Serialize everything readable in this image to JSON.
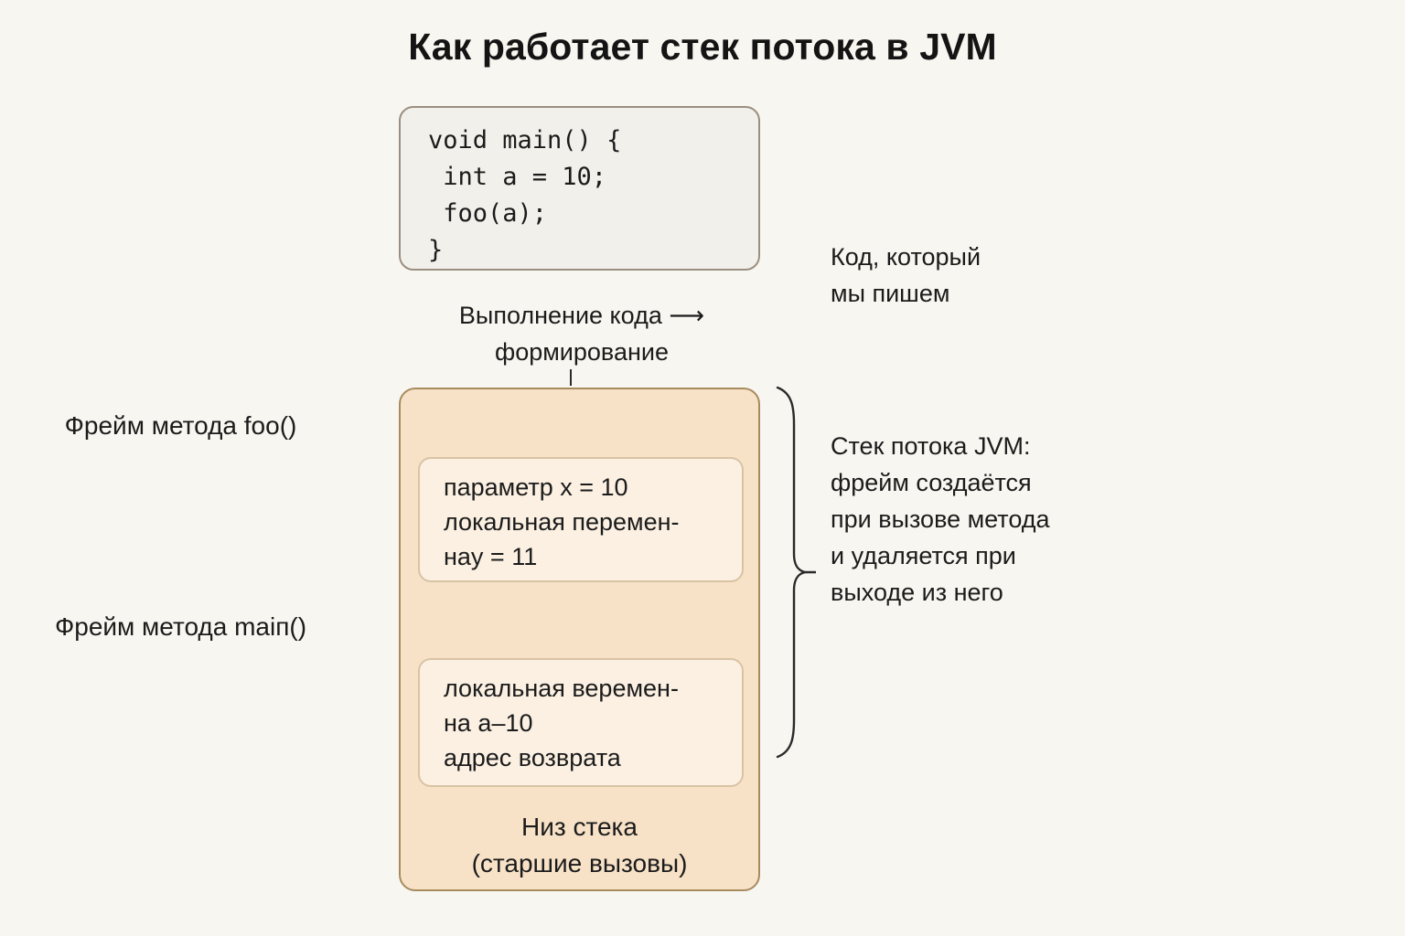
{
  "page": {
    "title": "Как работает стек потока в JVM",
    "background_color": "#f8f6f0",
    "text_color": "#1b1b1b"
  },
  "code_card": {
    "code": "void main() {\n int a = 10;\n foo(a);\n}",
    "fill_color": "#f2f0ea",
    "border_color": "#9a8f80"
  },
  "flow_caption": {
    "line1": "Выполнение кода ⟶",
    "line2": "формирование"
  },
  "notes": {
    "code_note": {
      "line1": "Код, который",
      "line2": "мы пишем"
    },
    "stack_note": {
      "line1": "Стек потока JVM:",
      "line2": "фрейм создаётся",
      "line3": "при вызове метода",
      "line4": "и удаляется при",
      "line5": "выходе из него"
    }
  },
  "stack": {
    "fill_color": "#f7e2c8",
    "border_color": "#a88a5f",
    "frame_fill_color": "#fbf0e2",
    "frame_border_color": "#d9c3a5",
    "frames": [
      {
        "label": "Фрейм метода foo()",
        "lines": [
          "параметр x = 10",
          "локальная перемен-",
          "наy = 11"
        ]
      },
      {
        "label": "Фрейм метода maiп()",
        "lines": [
          "локальная веремен-",
          "на a–10",
          "адрес возврата"
        ]
      }
    ],
    "bottom": {
      "line1": "Низ стека",
      "line2": "(старшие вызовы)"
    }
  }
}
